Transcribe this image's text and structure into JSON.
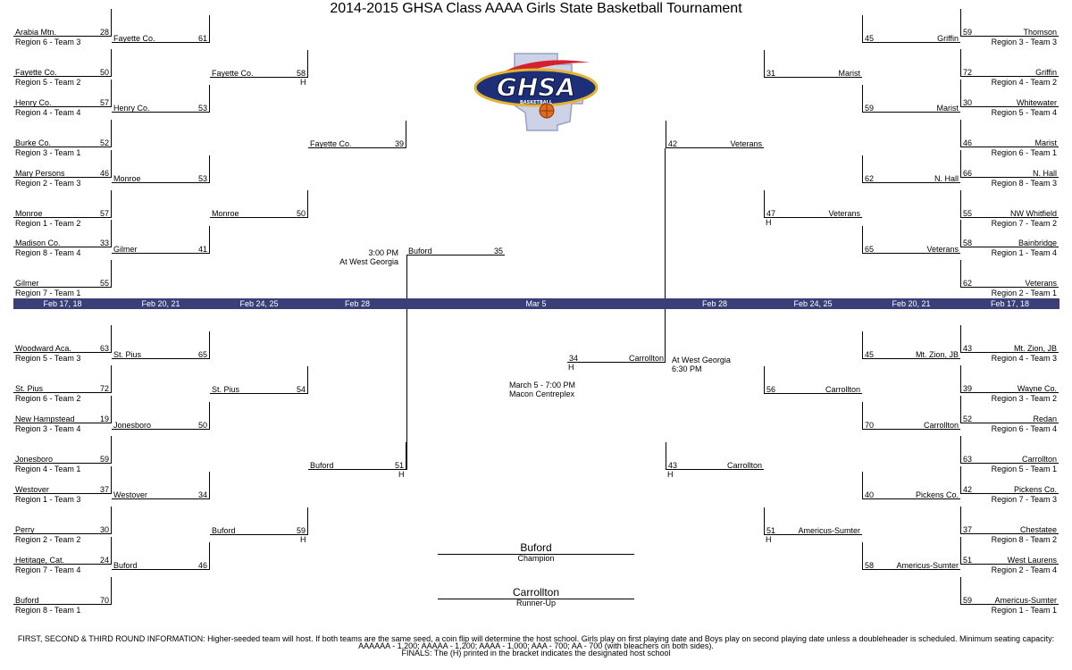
{
  "title": "2014-2015 GHSA Class AAAA Girls State Basketball Tournament",
  "logo_text": "GHSA",
  "logo_subtext": "BASKETBALL",
  "host_mark": "H",
  "dates_left": [
    "Feb 17, 18",
    "Feb 20, 21",
    "Feb 24, 25",
    "Feb 28"
  ],
  "date_center": "Mar 5",
  "dates_right": [
    "Feb 28",
    "Feb 24, 25",
    "Feb 20, 21",
    "Feb 17, 18"
  ],
  "left_r1": [
    {
      "team": "Arabia Mtn.",
      "score": "28",
      "seed": "Region 6 - Team 3"
    },
    {
      "team": "Fayette Co.",
      "score": "50",
      "seed": "Region 5 - Team 2"
    },
    {
      "team": "Henry Co.",
      "score": "57",
      "seed": "Region 4 - Team 4"
    },
    {
      "team": "Burke Co.",
      "score": "52",
      "seed": "Region 3 - Team 1"
    },
    {
      "team": "Mary Persons",
      "score": "46",
      "seed": "Region 2 - Team 3"
    },
    {
      "team": "Monroe",
      "score": "57",
      "seed": "Region 1 - Team 2"
    },
    {
      "team": "Madison Co.",
      "score": "33",
      "seed": "Region 8 - Team 4"
    },
    {
      "team": "Gilmer",
      "score": "55",
      "seed": "Region 7 - Team 1"
    },
    {
      "team": "Woodward Aca.",
      "score": "63",
      "seed": "Region 5 - Team 3"
    },
    {
      "team": "St. Pius",
      "score": "72",
      "seed": "Region 6 - Team 2"
    },
    {
      "team": "New Hampstead",
      "score": "19",
      "seed": "Region 3 - Team 4"
    },
    {
      "team": "Jonesboro",
      "score": "59",
      "seed": "Region 4 - Team 1"
    },
    {
      "team": "Westover",
      "score": "37",
      "seed": "Region 1 - Team 3"
    },
    {
      "team": "Perry",
      "score": "30",
      "seed": "Region 2 - Team 2"
    },
    {
      "team": "Hetitage, Cat.",
      "score": "24",
      "seed": "Region 7 - Team 4"
    },
    {
      "team": "Buford",
      "score": "70",
      "seed": "Region 8 - Team 1"
    }
  ],
  "left_r2": [
    {
      "team": "Fayette Co.",
      "score": "61"
    },
    {
      "team": "Henry Co.",
      "score": "53"
    },
    {
      "team": "Monroe",
      "score": "53"
    },
    {
      "team": "Gilmer",
      "score": "41"
    },
    {
      "team": "St. Pius",
      "score": "65"
    },
    {
      "team": "Jonesboro",
      "score": "50"
    },
    {
      "team": "Westover",
      "score": "34"
    },
    {
      "team": "Buford",
      "score": "46"
    }
  ],
  "left_r3": [
    {
      "team": "Fayette Co.",
      "score": "58"
    },
    {
      "team": "Monroe",
      "score": "50"
    },
    {
      "team": "St. Pius",
      "score": "54"
    },
    {
      "team": "Buford",
      "score": "59"
    }
  ],
  "left_r4": [
    {
      "team": "Fayette Co.",
      "score": "39"
    },
    {
      "team": "Buford",
      "score": "51"
    }
  ],
  "left_final": {
    "team": "Buford",
    "score": "35"
  },
  "right_r1": [
    {
      "team": "Thomson",
      "score": "59",
      "seed": "Region 3 - Team 3"
    },
    {
      "team": "Griffin",
      "score": "72",
      "seed": "Region 4 - Team 2"
    },
    {
      "team": "Whitewater",
      "score": "30",
      "seed": "Region 5 - Team 4"
    },
    {
      "team": "Marist",
      "score": "46",
      "seed": "Region 6 - Team 1"
    },
    {
      "team": "N. Hall",
      "score": "66",
      "seed": "Region 8 - Team 3"
    },
    {
      "team": "NW Whitfield",
      "score": "55",
      "seed": "Region 7 - Team 2"
    },
    {
      "team": "Bainbridge",
      "score": "58",
      "seed": "Region 1 - Team 4"
    },
    {
      "team": "Veterans",
      "score": "62",
      "seed": "Region 2 - Team 1"
    },
    {
      "team": "Mt. Zion, JB",
      "score": "43",
      "seed": "Region 4 - Team 3"
    },
    {
      "team": "Wayne Co.",
      "score": "39",
      "seed": "Region 3 - Team 2"
    },
    {
      "team": "Redan",
      "score": "52",
      "seed": "Region 6 - Team 4"
    },
    {
      "team": "Carrollton",
      "score": "63",
      "seed": "Region 5 - Team 1"
    },
    {
      "team": "Pickens Co.",
      "score": "42",
      "seed": "Region 7 - Team 3"
    },
    {
      "team": "Chestatee",
      "score": "37",
      "seed": "Region 8 - Team 2"
    },
    {
      "team": "West Laurens",
      "score": "51",
      "seed": "Region 2 - Team 4"
    },
    {
      "team": "Americus-Sumter",
      "score": "59",
      "seed": "Region 1 - Team 1"
    }
  ],
  "right_r2": [
    {
      "team": "Griffin",
      "score": "45"
    },
    {
      "team": "Marist",
      "score": "59"
    },
    {
      "team": "N. Hall",
      "score": "62"
    },
    {
      "team": "Veterans",
      "score": "65"
    },
    {
      "team": "Mt. Zion, JB",
      "score": "45"
    },
    {
      "team": "Carrollton",
      "score": "70"
    },
    {
      "team": "Pickens Co.",
      "score": "40"
    },
    {
      "team": "Americus-Sumter",
      "score": "58"
    }
  ],
  "right_r3": [
    {
      "team": "Marist",
      "score": "31"
    },
    {
      "team": "Veterans",
      "score": "47"
    },
    {
      "team": "Carrollton",
      "score": "56"
    },
    {
      "team": "Americus-Sumter",
      "score": "51"
    }
  ],
  "right_r4": [
    {
      "team": "Veterans",
      "score": "42"
    },
    {
      "team": "Carrollton",
      "score": "43"
    }
  ],
  "right_final": {
    "team": "Carrollton",
    "score": "34"
  },
  "left_semi_time": "3:00 PM",
  "left_semi_place": "At West Georgia",
  "right_semi_place": "At West Georgia",
  "right_semi_time": "6:30 PM",
  "final_time": "March 5 - 7:00 PM",
  "final_place": "Macon Centreplex",
  "champion": {
    "team": "Buford",
    "label": "Champion"
  },
  "runner_up": {
    "team": "Carrollton",
    "label": "Runner-Up"
  },
  "footer_line1": "FIRST, SECOND & THIRD ROUND INFORMATION: Higher-seeded team will host. If both teams are the same seed, a coin flip will determine the host school.  Girls play on first playing date and Boys play on second playing date unless a doubleheader is scheduled.  Minimum seating capacity: AAAAAA - 1,200; AAAAA - 1,200; AAAA - 1,000; AAA - 700; AA - 700 (with bleachers on both sides).",
  "footer_line2": "FINALS: The (H) printed in the bracket indicates the designated host school"
}
